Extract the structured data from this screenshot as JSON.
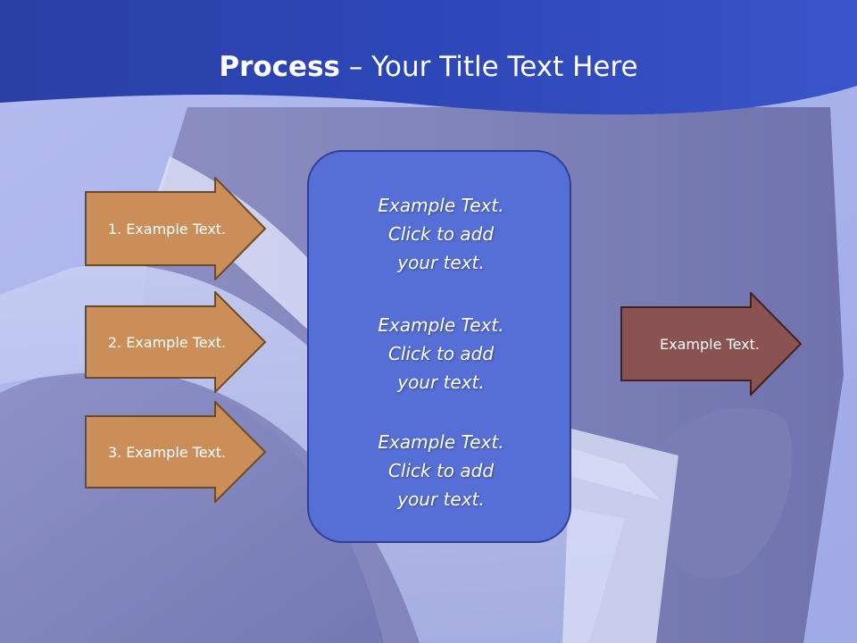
{
  "title": {
    "bold": "Process",
    "rest": " – Your Title Text Here"
  },
  "left_steps": [
    {
      "label": "1. Example Text."
    },
    {
      "label": "2. Example Text."
    },
    {
      "label": "3. Example Text."
    }
  ],
  "center_box": {
    "blocks": [
      {
        "line1": "Example Text.",
        "line2": "Click  to add",
        "line3": "your text."
      },
      {
        "line1": "Example Text.",
        "line2": "Click  to add",
        "line3": "your text."
      },
      {
        "line1": "Example Text.",
        "line2": "Click  to add",
        "line3": "your text."
      }
    ]
  },
  "output": {
    "label": "Example Text."
  },
  "colors": {
    "header_blue": "#2d45b8",
    "step_fill": "#cc8e58",
    "step_border": "#6b4a26",
    "box_fill": "#566fd6",
    "output_fill": "#8a5250",
    "output_border": "#3e2220"
  }
}
